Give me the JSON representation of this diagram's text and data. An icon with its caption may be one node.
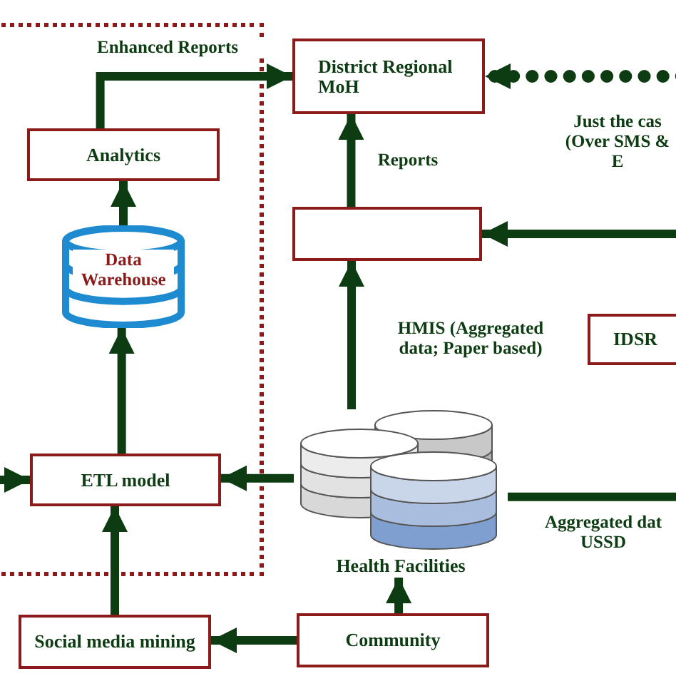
{
  "diagram": {
    "nodes": [
      {
        "text": [],
        "shape": "box"
      },
      {
        "text": [
          "District Regional MoH"
        ]
      },
      {
        "text": [
          "Analytics"
        ],
        "in": 0
      },
      {
        "text": [],
        "shape": "box"
      },
      {
        "text": [
          "Data Warehouse"
        ],
        "in": 0
      },
      {
        "text": [
          "IDSR"
        ]
      },
      {
        "text": [
          "ETL model"
        ],
        "in": 0
      },
      {
        "text": [
          "Health Facilities"
        ]
      },
      {
        "text": [
          "Social media mining"
        ]
      },
      {
        "text": [
          "Community"
        ]
      }
    ],
    "edges": [
      {
        "from": 2,
        "to": 1,
        "arrow": "to",
        "label": "Enhanced Reports"
      },
      {
        "from": 4,
        "to": 2,
        "arrow": "to"
      },
      {
        "from": 6,
        "to": 4,
        "arrow": "to"
      },
      {
        "from": null,
        "to": 6,
        "arrow": "to"
      },
      {
        "from": 7,
        "to": 6,
        "arrow": "to"
      },
      {
        "from": 8,
        "to": 6,
        "arrow": "to"
      },
      {
        "from": 9,
        "to": 8,
        "arrow": "to"
      },
      {
        "from": 9,
        "to": 7,
        "arrow": "to"
      },
      {
        "from": 7,
        "to": 3,
        "arrow": "to",
        "label": "HMIS (Aggregated data; Paper based)"
      },
      {
        "from": 3,
        "to": 1,
        "arrow": "to",
        "label": "Reports"
      },
      {
        "from": null,
        "to": 1,
        "arrow": "to",
        "style": "dashed",
        "label": "Just the cas (Over SMS & E"
      },
      {
        "from": null,
        "to": 3,
        "arrow": "to"
      },
      {
        "from": null,
        "to": 7,
        "arrow": "none",
        "label": "Aggregated dat USSD"
      }
    ]
  }
}
